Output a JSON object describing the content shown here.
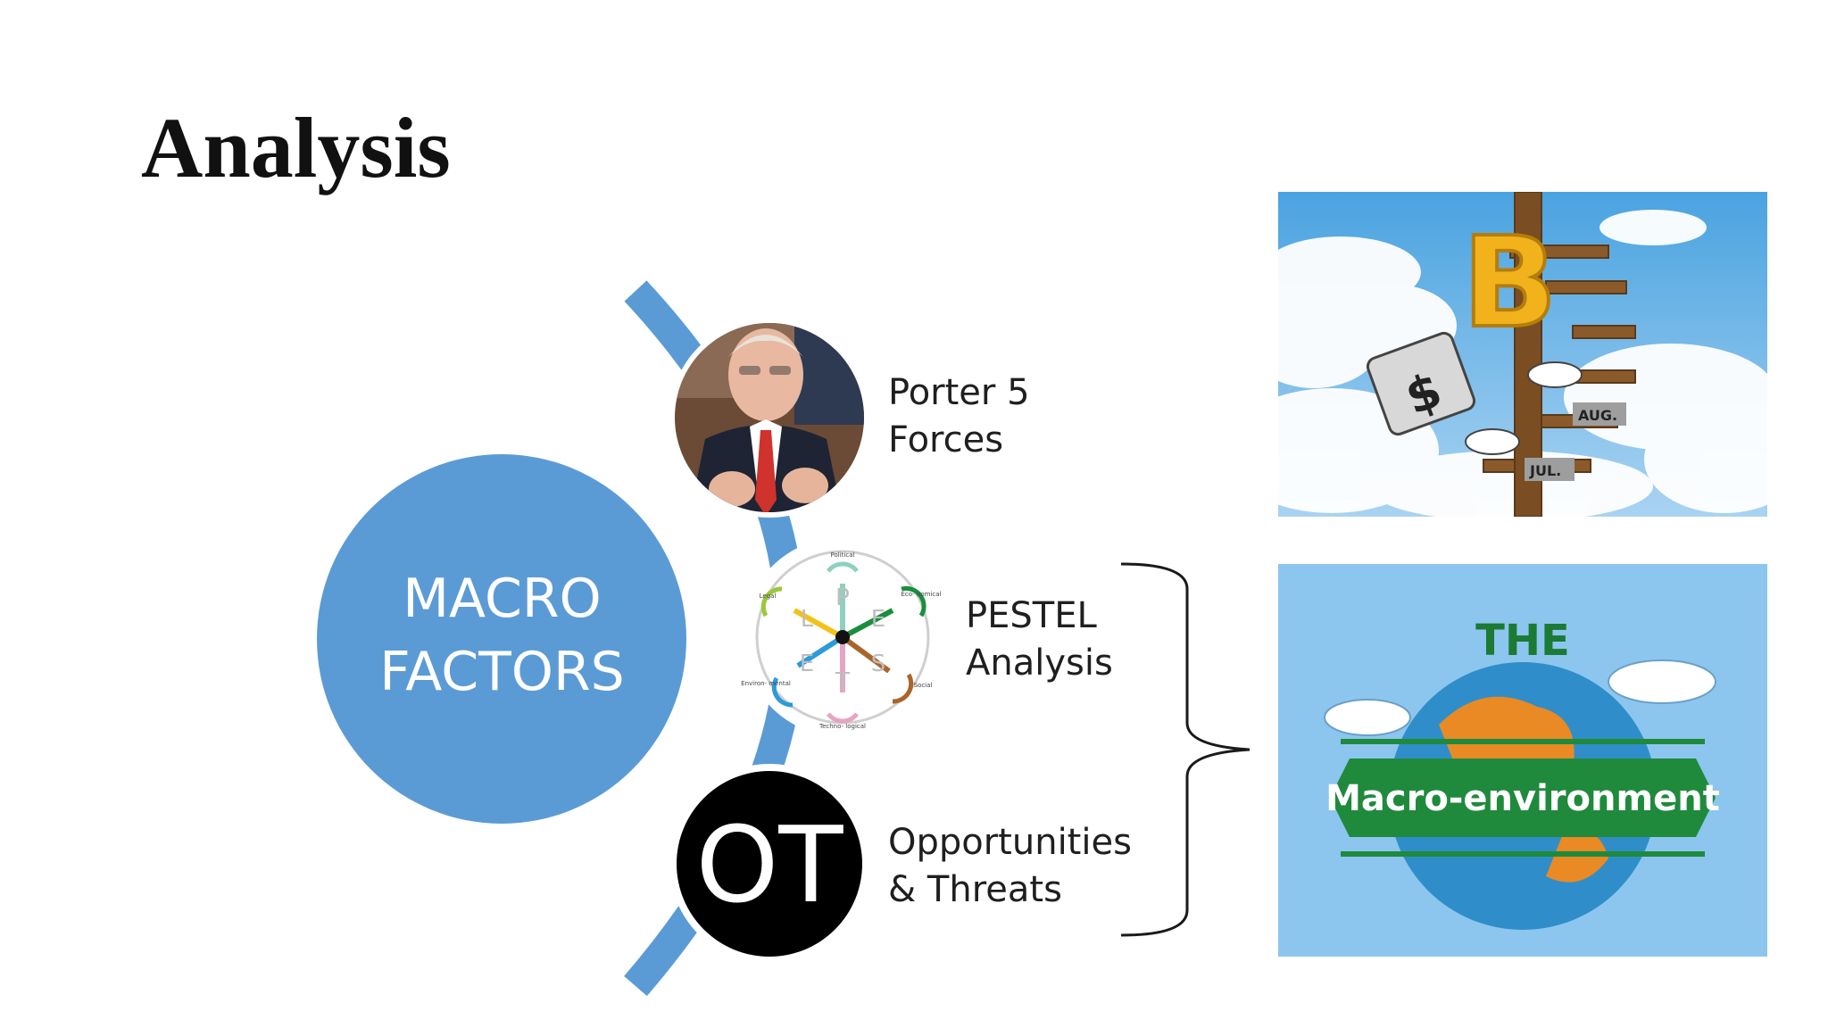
{
  "slide": {
    "title": "Analysis"
  },
  "center": {
    "label": "MACRO\nFACTORS",
    "color": "#5b9bd5"
  },
  "items": [
    {
      "label": "Porter 5\nForces",
      "icon": "porter-portrait-icon"
    },
    {
      "label": "PESTEL\nAnalysis",
      "icon": "pestel-wheel-icon"
    },
    {
      "label": "Opportunities\n& Threats",
      "icon": "ot-badge-icon"
    }
  ],
  "pestel_wheel": {
    "letters": [
      "P",
      "E",
      "S",
      "T",
      "E",
      "L"
    ],
    "segments": [
      "Political",
      "Eco-\nnomical",
      "Social",
      "Techno-\nlogical",
      "Environ-\nmental",
      "Legal"
    ]
  },
  "ot_badge": {
    "text": "OT"
  },
  "images": [
    {
      "name": "bitcoin-stairs-image",
      "sign_labels": [
        "AUG.",
        "JUL."
      ],
      "case_symbol": "$",
      "coin_symbol": "B"
    },
    {
      "name": "macro-environment-image",
      "heading": "THE",
      "banner": "Macro-environment"
    }
  ],
  "colors": {
    "arc": "#5b9bd5",
    "sky_top": "#4aa3e0",
    "sky_light": "#a9d3f2",
    "macro_bg": "#8cc6ee",
    "banner_green": "#1f8a3c",
    "coin_gold": "#f2b21b"
  }
}
